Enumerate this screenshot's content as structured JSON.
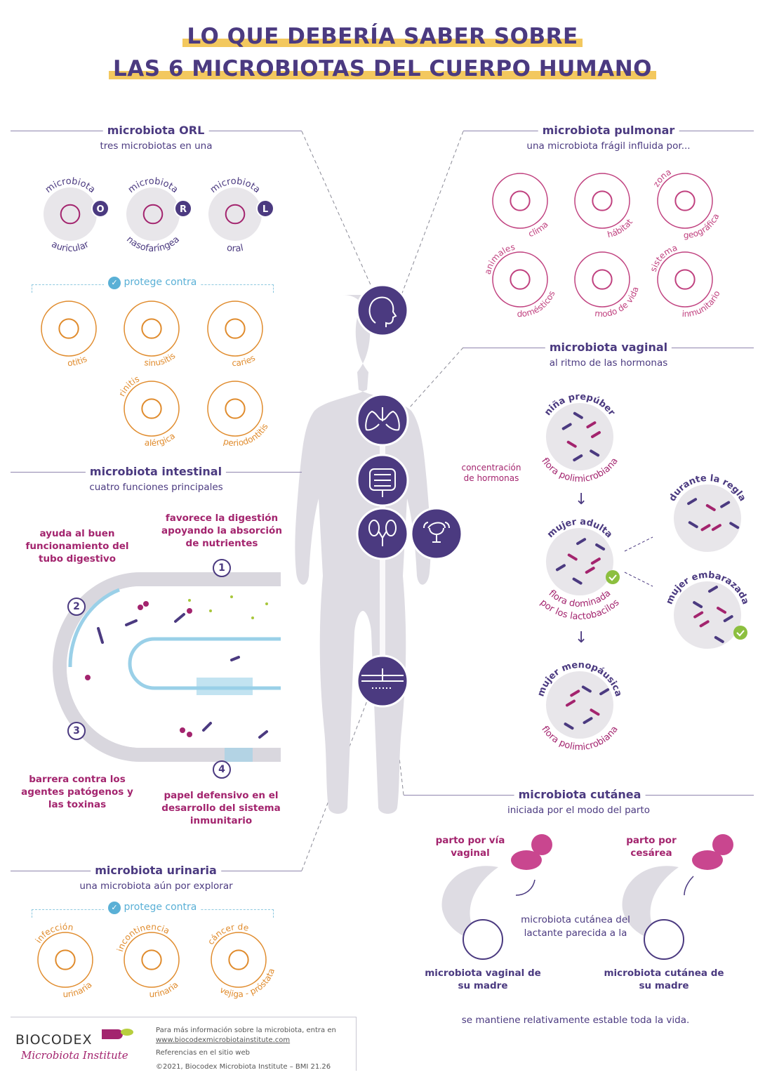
{
  "title": {
    "line1": "LO QUE DEBERÍA SABER SOBRE",
    "line2": "LAS 6 MICROBIOTAS DEL CUERPO HUMANO"
  },
  "colors": {
    "purple": "#4b3a80",
    "magenta": "#a3246e",
    "orange": "#e08b2c",
    "pink": "#c0417f",
    "highlight": "#f3c85e",
    "grey": "#e8e6ea",
    "silhouette": "#dedce3"
  },
  "orl": {
    "heading": "microbiota ORL",
    "subtitle": "tres microbiotas en una",
    "items": [
      {
        "top": "microbiota",
        "bottom": "auricular",
        "badge": "O",
        "icon": "ear-icon"
      },
      {
        "top": "microbiota",
        "bottom": "nasofaríngea",
        "badge": "R",
        "icon": "nose-icon"
      },
      {
        "top": "microbiota",
        "bottom": "oral",
        "badge": "L",
        "icon": "mouth-icon"
      }
    ],
    "protects_label": "protege contra",
    "protects": [
      {
        "label": "otitis",
        "icon": "ear-icon"
      },
      {
        "label": "sinusitis",
        "icon": "nose-icon"
      },
      {
        "label": "caries",
        "icon": "tooth-icon"
      },
      {
        "top": "rinitis",
        "bottom": "alérgica",
        "icon": "nose-drop-icon"
      },
      {
        "label": "periodontitis",
        "icon": "tooth-gum-icon"
      }
    ]
  },
  "pulmonar": {
    "heading": "microbiota pulmonar",
    "subtitle": "una microbiota frágil influida por...",
    "items": [
      {
        "bottom": "clima",
        "icon": "weather-icon"
      },
      {
        "bottom": "hábitat",
        "icon": "city-icon"
      },
      {
        "top": "zona",
        "bottom": "geográfica",
        "icon": "location-icon"
      },
      {
        "top": "animales",
        "bottom": "domésticos",
        "icon": "cat-icon"
      },
      {
        "bottom": "modo de vida",
        "icon": "pills-cigarette-icon"
      },
      {
        "top": "sistema",
        "bottom": "inmunitario",
        "icon": "shield-icon"
      }
    ]
  },
  "vaginal": {
    "heading": "microbiota vaginal",
    "subtitle": "al ritmo de las hormonas",
    "hormones_label": "concentración de hormonas",
    "stages": [
      {
        "top": "niña prepúber",
        "bottom": "flora polimicrobiana"
      },
      {
        "top": "mujer adulta",
        "bottom": "flora dominada",
        "bottom2": "por los lactobacilos"
      },
      {
        "top": "durante la regla"
      },
      {
        "top": "mujer embarazada"
      },
      {
        "top": "mujer menopáusica",
        "bottom": "flora polimicrobiana"
      }
    ]
  },
  "intestinal": {
    "heading": "microbiota intestinal",
    "subtitle": "cuatro funciones principales",
    "functions": [
      {
        "number": "1",
        "text": "favorece la digestión apoyando la absorción de nutrientes"
      },
      {
        "number": "2",
        "text": "ayuda al buen funcionamiento del tubo digestivo"
      },
      {
        "number": "3",
        "text": "barrera contra los agentes patógenos y las toxinas"
      },
      {
        "number": "4",
        "text": "papel defensivo en el desarrollo del sistema inmunitario"
      }
    ]
  },
  "urinaria": {
    "heading": "microbiota urinaria",
    "subtitle": "una microbiota aún por explorar",
    "protects_label": "protege contra",
    "protects": [
      {
        "top": "infección",
        "bottom": "urinaria",
        "icon": "bladder-icon"
      },
      {
        "top": "incontinencia",
        "bottom": "urinaria",
        "icon": "drop-icon"
      },
      {
        "top": "cáncer de",
        "bottom": "vejiga - próstata",
        "icon": "cells-icon"
      }
    ]
  },
  "cutanea": {
    "heading": "microbiota cutánea",
    "subtitle": "iniciada por el modo del parto",
    "vaginal_birth": "parto por vía vaginal",
    "cesarean": "parto por cesárea",
    "similar": "microbiota cutánea del lactante parecida a la",
    "mother_vaginal": "microbiota vaginal de su madre",
    "mother_skin": "microbiota cutánea de su madre",
    "stable": "se mantiene relativamente estable toda la vida."
  },
  "footer": {
    "brand": "BIOCODEX",
    "brand_sub": "Microbiota Institute",
    "info": "Para más información sobre la microbiota, entra en",
    "link": "www.biocodexmicrobiotainstitute.com",
    "refs": "Referencias en el sitio web",
    "copyright": "©2021, Biocodex Microbiota Institute  –  BMI 21.26"
  }
}
